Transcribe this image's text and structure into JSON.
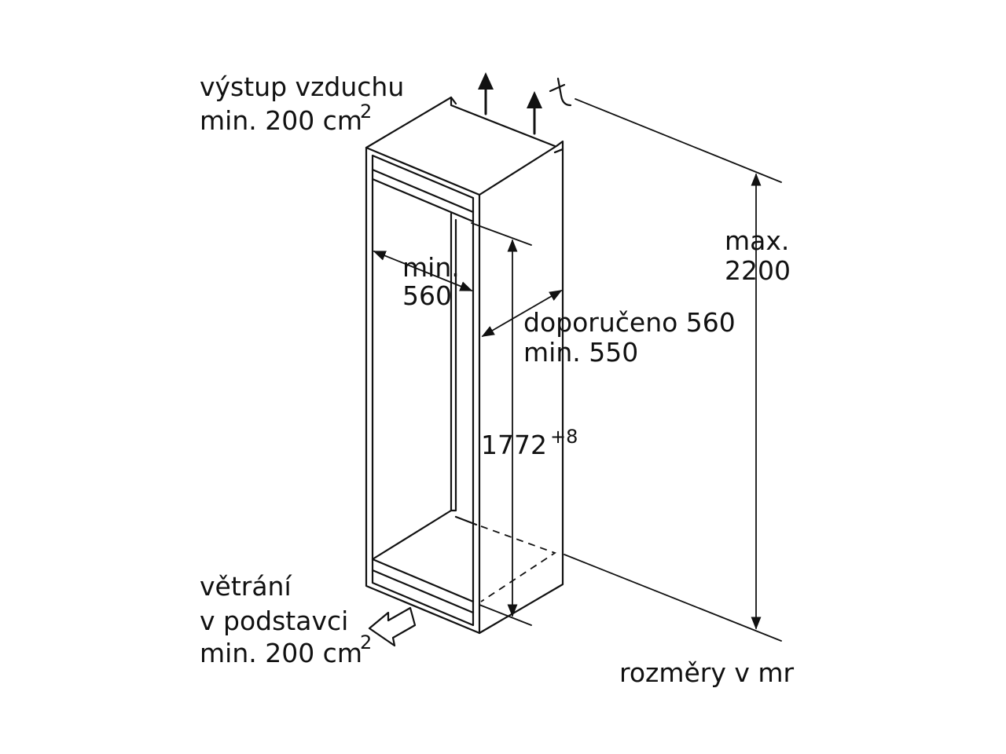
{
  "air_outlet": {
    "line1": "výstup vzduchu",
    "line2": "min. 200 cm",
    "sup": "2"
  },
  "niche_width": {
    "line1": "min.",
    "line2": "560"
  },
  "niche_depth": {
    "line1": "doporučeno 560",
    "line2": "min. 550"
  },
  "niche_height": {
    "value": "1772",
    "tolerance": "+8"
  },
  "total_height": {
    "line1": "max.",
    "line2": "2200"
  },
  "plinth_vent": {
    "line1": "větrání",
    "line2": "v podstavci",
    "line3": "min. 200 cm",
    "sup": "2"
  },
  "units_note": {
    "text": "rozměry v mr"
  },
  "colors": {
    "line": "#111111",
    "background": "#ffffff"
  },
  "icons": [
    "air-flow-up-arrow-icon",
    "vent-inlet-arrow-icon",
    "dimension-arrow-icon"
  ]
}
